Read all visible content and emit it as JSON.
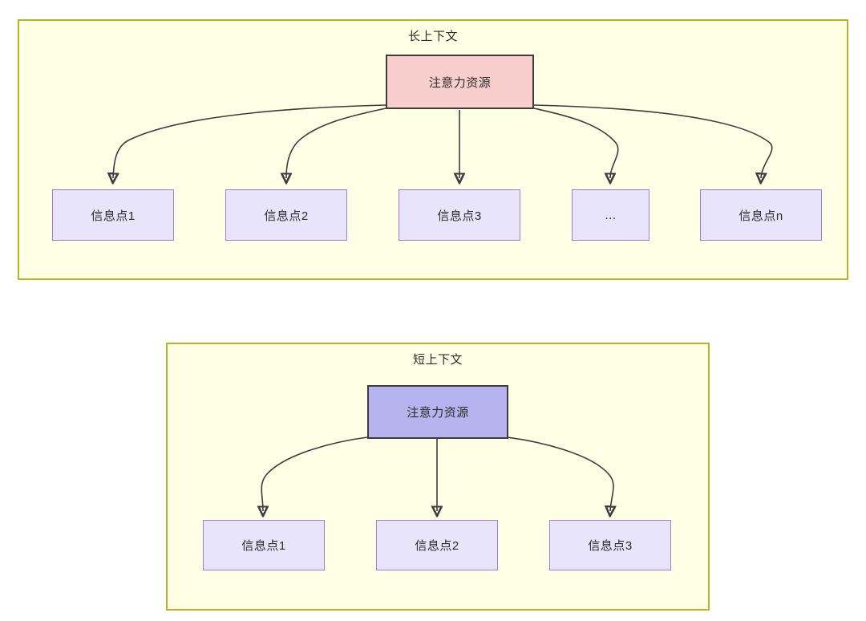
{
  "diagram": {
    "title_long": "长上下文",
    "title_short": "短上下文",
    "colors": {
      "panel_fill": "#ffffe6",
      "panel_border": "#b8b523",
      "attention_long_fill": "#f8cecc",
      "attention_short_fill": "#b6b3ef",
      "info_fill": "#e7e4fc",
      "info_border": "#9f7ddb",
      "edge_stroke": "#3c3c3c"
    },
    "panel_long": {
      "title": "长上下文",
      "root": {
        "label": "注意力资源"
      },
      "children": [
        {
          "label": "信息点1"
        },
        {
          "label": "信息点2"
        },
        {
          "label": "信息点3"
        },
        {
          "label": "..."
        },
        {
          "label": "信息点n"
        }
      ]
    },
    "panel_short": {
      "title": "短上下文",
      "root": {
        "label": "注意力资源"
      },
      "children": [
        {
          "label": "信息点1"
        },
        {
          "label": "信息点2"
        },
        {
          "label": "信息点3"
        }
      ]
    }
  }
}
